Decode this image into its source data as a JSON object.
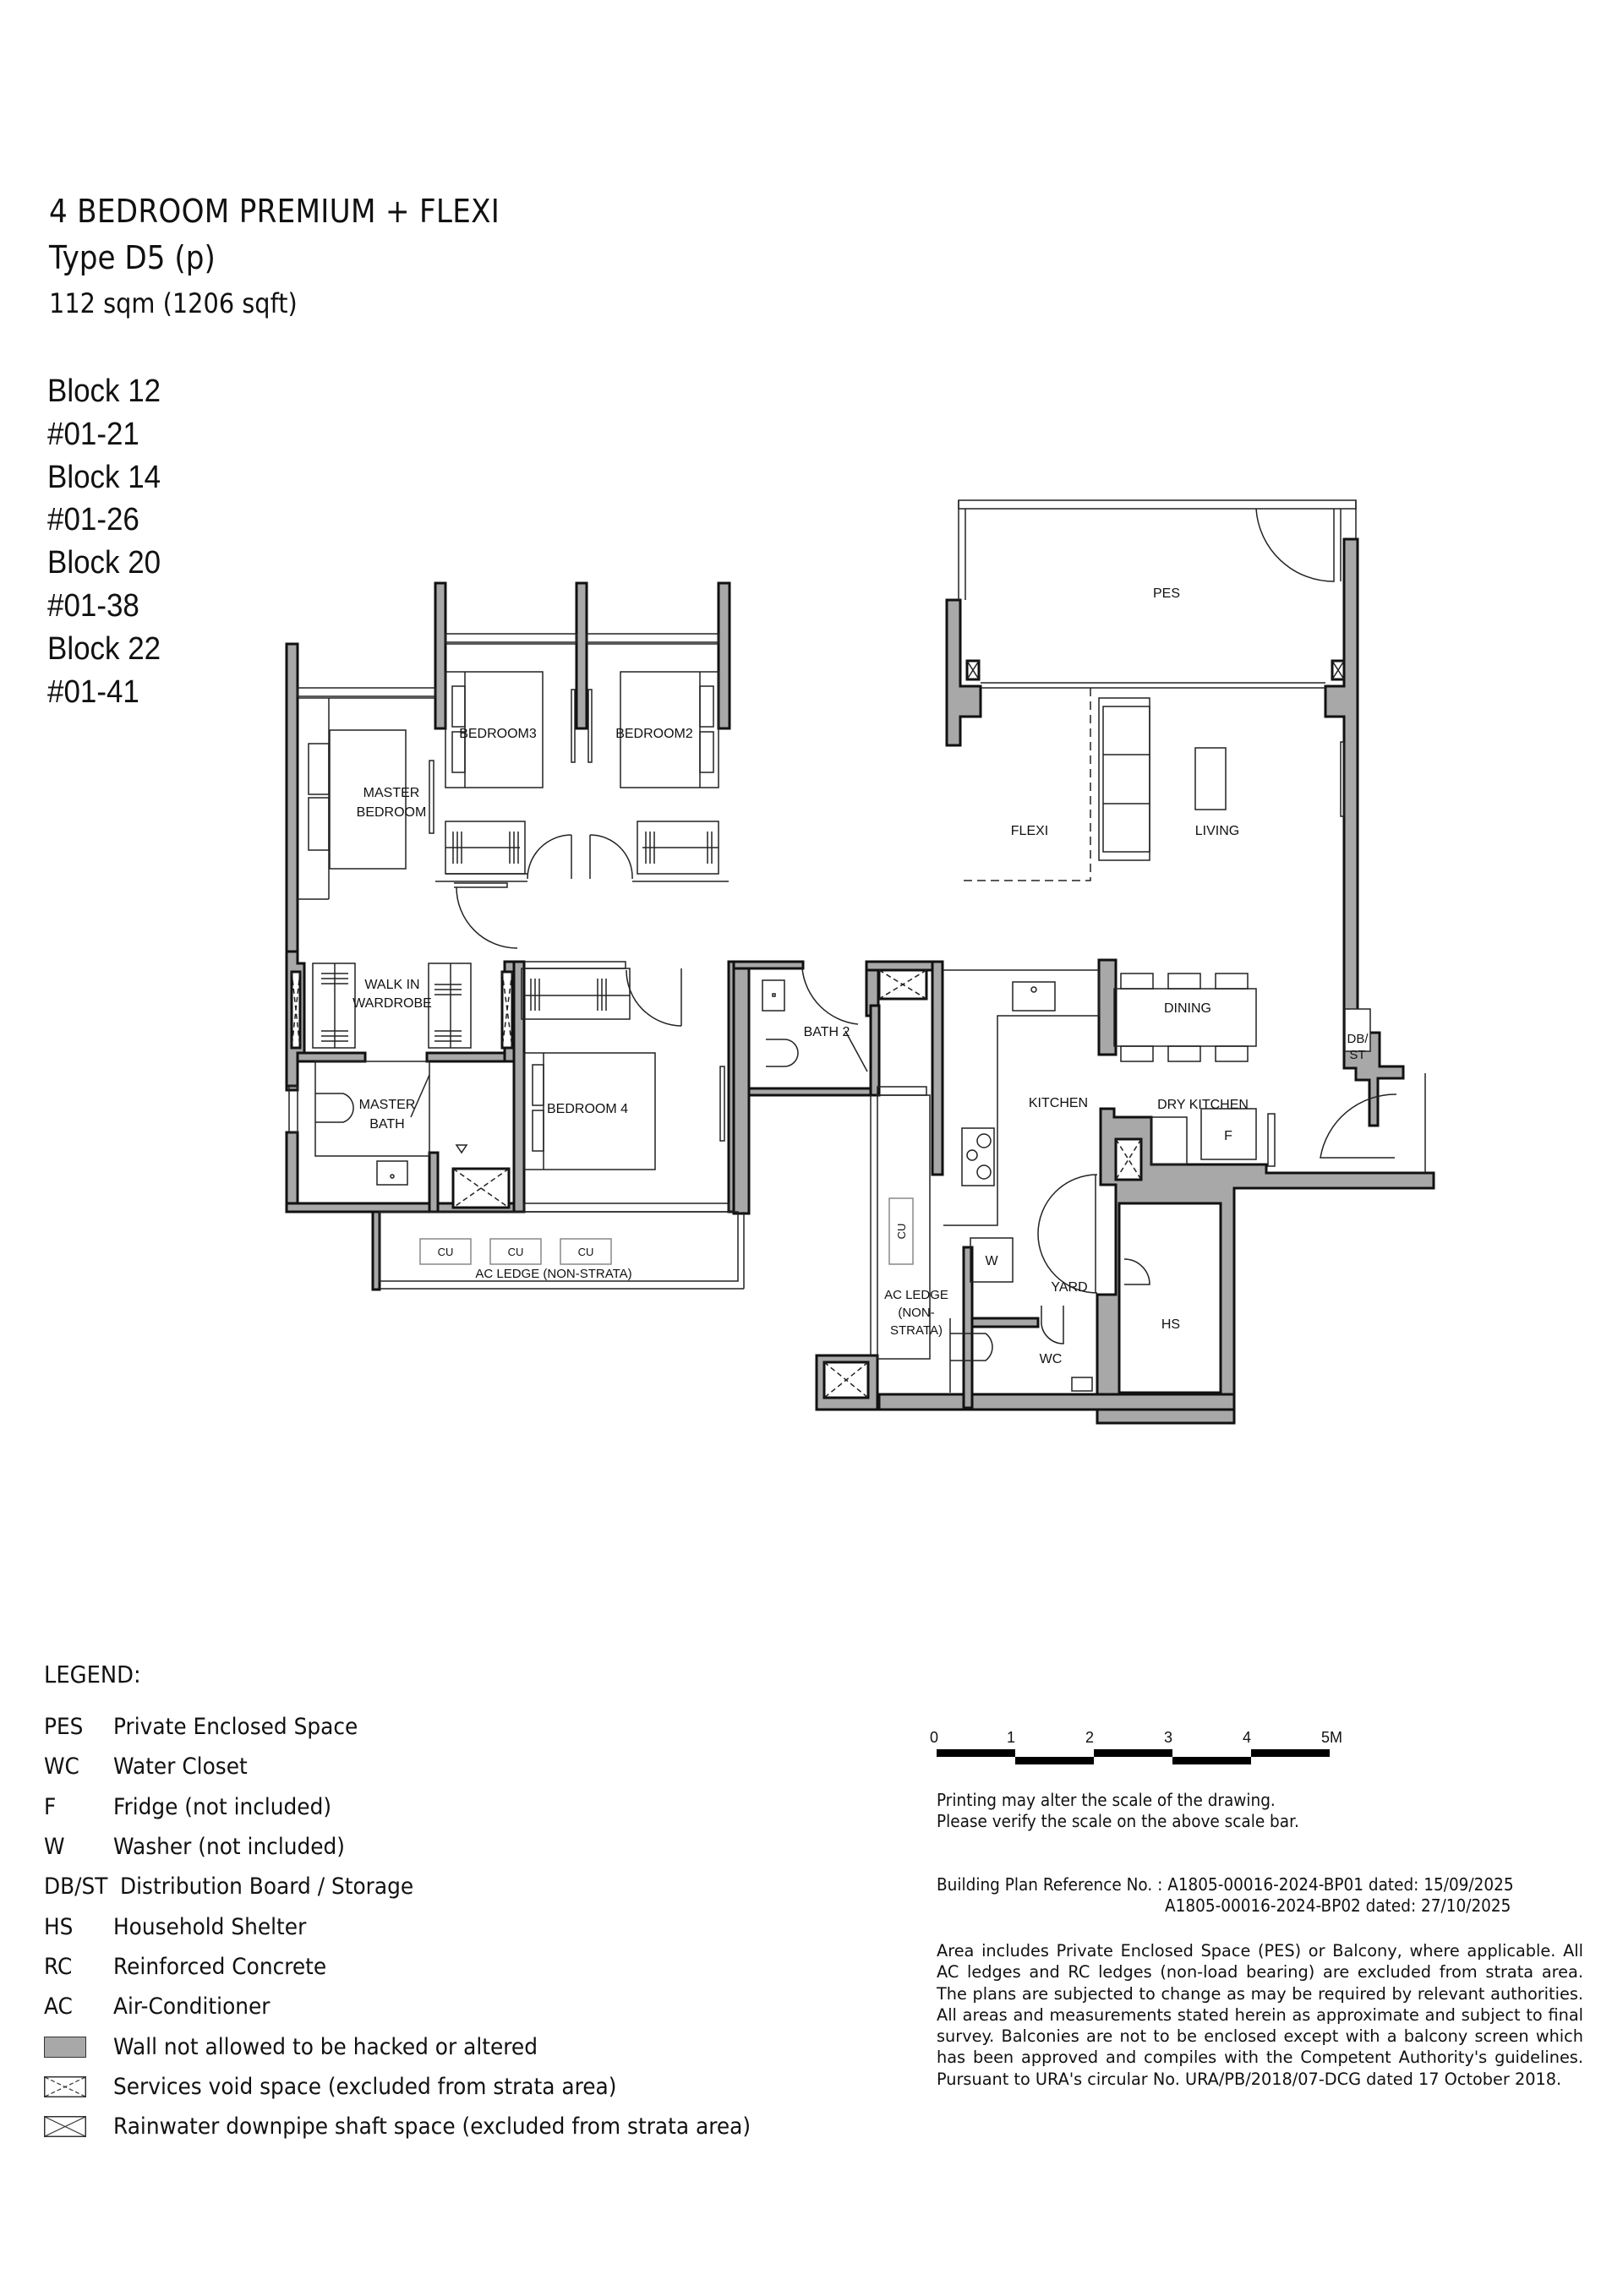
{
  "header": {
    "title": "4 BEDROOM PREMIUM + FLEXI",
    "unit_type": "Type D5 (p)",
    "area": "112 sqm (1206 sqft)"
  },
  "units": [
    {
      "block": "Block 12",
      "unit": "#01-21"
    },
    {
      "block": "Block 14",
      "unit": "#01-26"
    },
    {
      "block": "Block 20",
      "unit": "#01-38"
    },
    {
      "block": "Block 22",
      "unit": "#01-41"
    }
  ],
  "floor_plan": {
    "wall_color": "#a8a8a8",
    "rooms": {
      "pes": "PES",
      "master_bedroom_line1": "MASTER",
      "master_bedroom_line2": "BEDROOM",
      "bedroom3": "BEDROOM3",
      "bedroom2": "BEDROOM2",
      "flexi": "FLEXI",
      "living": "LIVING",
      "walk_in_line1": "WALK IN",
      "walk_in_line2": "WARDROBE",
      "master_bath_line1": "MASTER",
      "master_bath_line2": "BATH",
      "bedroom4": "BEDROOM 4",
      "bath2": "BATH 2",
      "dining": "DINING",
      "kitchen": "KITCHEN",
      "dry_kitchen": "DRY KITCHEN",
      "dbst_line1": "DB/",
      "dbst_line2": "ST",
      "fridge": "F",
      "washer": "W",
      "yard": "YARD",
      "wc": "WC",
      "hs": "HS",
      "cu": "CU",
      "ac_ledge_bottom": "AC LEDGE (NON-STRATA)",
      "ac_ledge_mid_line1": "AC LEDGE",
      "ac_ledge_mid_line2": "(NON-",
      "ac_ledge_mid_line3": "STRATA)"
    }
  },
  "legend": {
    "title": "LEGEND:",
    "items": [
      {
        "abbr": "PES",
        "desc": "Private Enclosed Space"
      },
      {
        "abbr": "WC",
        "desc": "Water Closet"
      },
      {
        "abbr": "F",
        "desc": "Fridge (not included)"
      },
      {
        "abbr": "W",
        "desc": "Washer (not included)"
      },
      {
        "abbr": "DB/ST",
        "desc": "Distribution Board / Storage"
      },
      {
        "abbr": "HS",
        "desc": "Household Shelter"
      },
      {
        "abbr": "RC",
        "desc": "Reinforced Concrete"
      },
      {
        "abbr": "AC",
        "desc": "Air-Conditioner"
      }
    ],
    "symbols": [
      {
        "icon": "wall-swatch",
        "desc": "Wall not allowed to be hacked or altered"
      },
      {
        "icon": "services-void-icon",
        "desc": "Services void space (excluded from strata area)"
      },
      {
        "icon": "rainwater-shaft-icon",
        "desc": "Rainwater downpipe shaft space (excluded from strata area)"
      }
    ]
  },
  "scale_bar": {
    "labels": [
      "0",
      "1",
      "2",
      "3",
      "4",
      "5M"
    ],
    "note_line1": "Printing may alter the scale of the drawing.",
    "note_line2": "Please verify the scale on the above scale bar."
  },
  "building_plan": {
    "label": "Building Plan Reference No. :",
    "ref1": "A1805-00016-2024-BP01 dated: 15/09/2025",
    "ref2": "A1805-00016-2024-BP02 dated: 27/10/2025"
  },
  "disclaimer": "Area includes Private Enclosed Space (PES) or Balcony, where applicable. All AC ledges and RC ledges (non-load bearing) are excluded from strata area. The plans are subjected to change as may be required by relevant authorities. All areas and measurements stated herein as approximate and subject to final survey. Balconies are not to be enclosed except with a balcony screen which has been approved and compiles with the Competent Authority's guidelines. Pursuant to URA's circular No. URA/PB/2018/07-DCG dated 17 October 2018."
}
